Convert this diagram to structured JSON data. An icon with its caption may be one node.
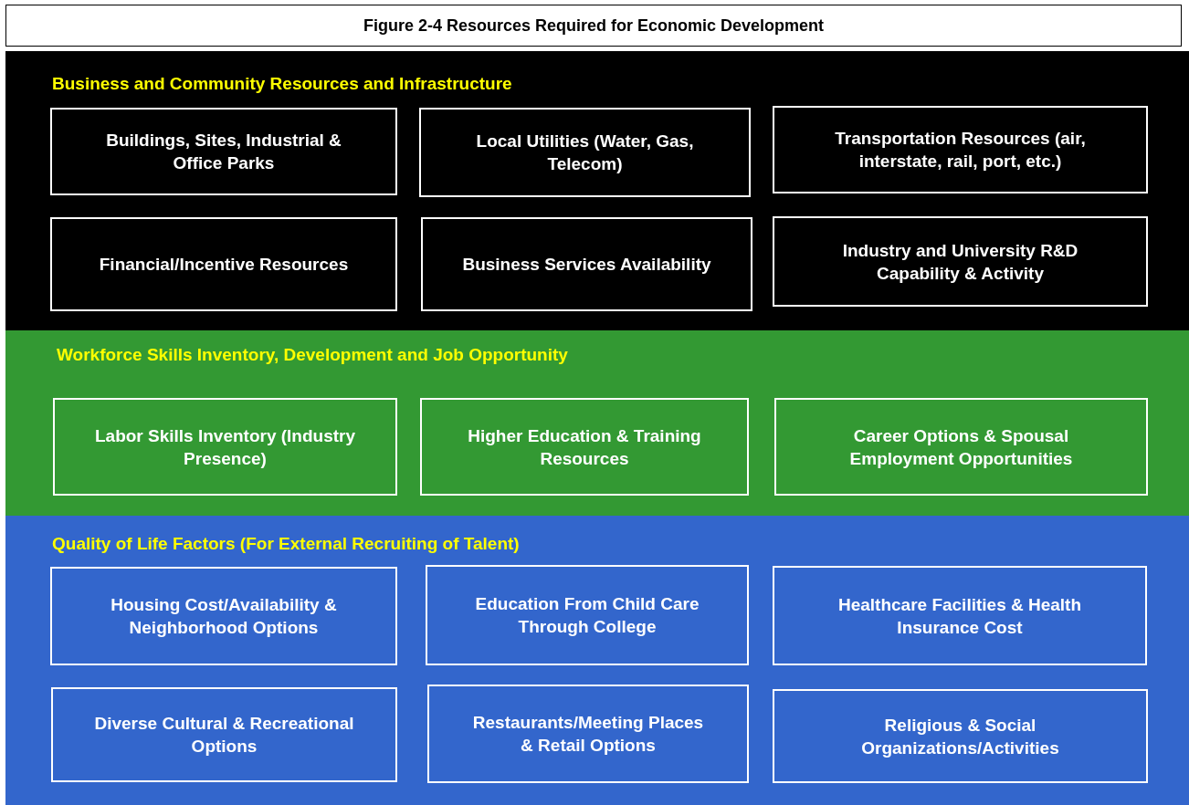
{
  "diagram": {
    "title": "Figure 2-4 Resources Required for Economic Development",
    "nodes": [
      {
        "text": [
          "Business and Community Resources and Infrastructure"
        ]
      },
      {
        "text": [
          "Buildings, Sites, Industrial & Office Parks"
        ],
        "in": 0
      },
      {
        "text": [
          "Local Utilities (Water, Gas, Telecom)"
        ],
        "in": 0
      },
      {
        "text": [
          "Transportation Resources (air, interstate, rail, port, etc.)"
        ],
        "in": 0
      },
      {
        "text": [
          "Financial/Incentive Resources"
        ],
        "in": 0
      },
      {
        "text": [
          "Business Services Availability"
        ],
        "in": 0
      },
      {
        "text": [
          "Industry and University R&D Capability & Activity"
        ],
        "in": 0
      },
      {
        "text": [
          "Workforce Skills Inventory, Development and Job Opportunity"
        ]
      },
      {
        "text": [
          "Labor Skills Inventory (Industry Presence)"
        ],
        "in": 7
      },
      {
        "text": [
          "Higher Education & Training Resources"
        ],
        "in": 7
      },
      {
        "text": [
          "Career Options & Spousal Employment Opportunities"
        ],
        "in": 7
      },
      {
        "text": [
          "Quality of Life Factors (For External Recruiting of Talent)"
        ]
      },
      {
        "text": [
          "Housing Cost/Availability & Neighborhood Options"
        ],
        "in": 11
      },
      {
        "text": [
          "Education From Child Care Through College"
        ],
        "in": 11
      },
      {
        "text": [
          "Healthcare Facilities & Health Insurance Cost"
        ],
        "in": 11
      },
      {
        "text": [
          "Diverse Cultural & Recreational Options"
        ],
        "in": 11
      },
      {
        "text": [
          "Restaurants/Meeting Places & Retail Options"
        ],
        "in": 11
      },
      {
        "text": [
          "Religious & Social Organizations/Activities"
        ],
        "in": 11
      }
    ],
    "edges": []
  }
}
